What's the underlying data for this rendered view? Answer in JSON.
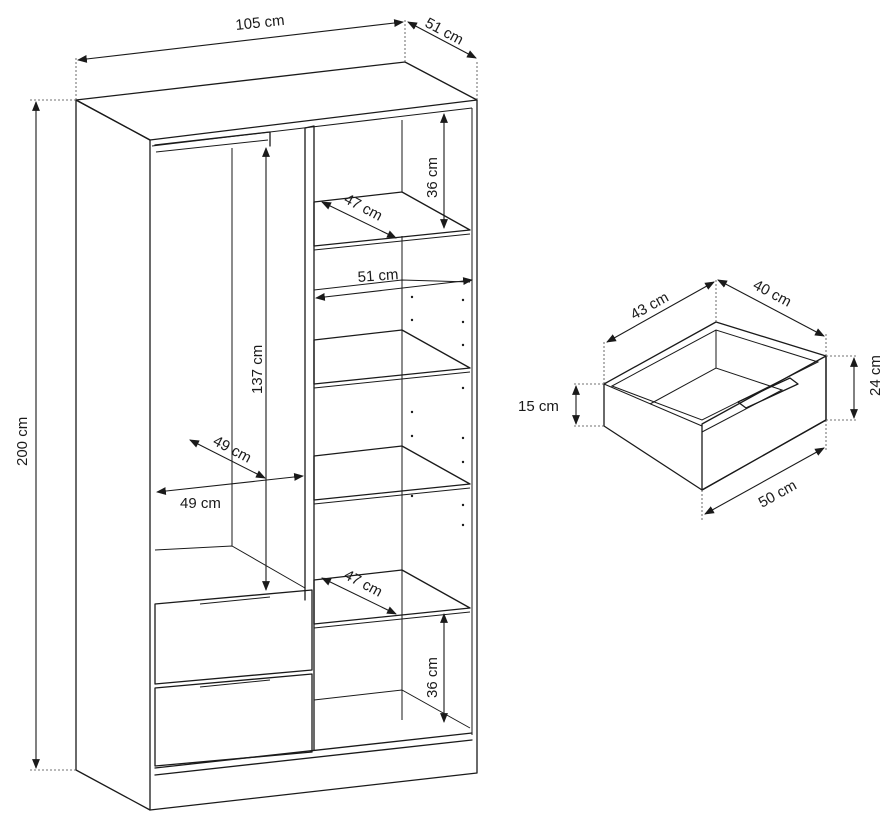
{
  "wardrobe": {
    "width_label": "105 cm",
    "depth_label": "51 cm",
    "height_label": "200 cm",
    "hanging_height_label": "137 cm",
    "hanging_width_label": "49 cm",
    "hanging_depth_label": "49 cm",
    "top_shelf_height_label": "36 cm",
    "bottom_shelf_height_label": "36 cm",
    "shelf_depth_top_label": "47 cm",
    "shelf_depth_bottom_label": "47 cm",
    "shelf_width_label": "51 cm"
  },
  "drawer": {
    "inner_depth_label": "43 cm",
    "inner_width_label": "40 cm",
    "inner_height_label": "15 cm",
    "front_height_label": "24 cm",
    "front_width_label": "50 cm"
  },
  "colors": {
    "line": "#1a1a1a",
    "background": "#ffffff"
  }
}
